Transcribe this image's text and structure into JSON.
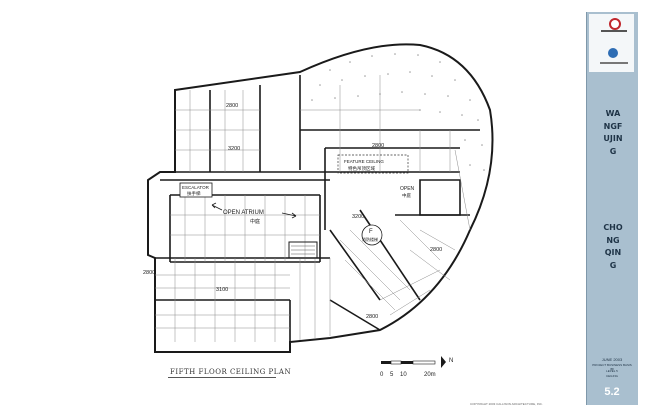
{
  "drawing": {
    "caption": "FIFTH FLOOR CEILING PLAN",
    "height_labels": [
      "2800",
      "3200",
      "2800",
      "3200",
      "2800",
      "2800",
      "2800",
      "3100"
    ],
    "annotations": {
      "escalator": "ESCALATOR",
      "escalator_cn": "扶手梯",
      "open_atrium": "OPEN ATRIUM",
      "open_atrium_cn": "中庭",
      "open": "OPEN",
      "open_cn": "中庭",
      "feature_ceiling": "FEATURE CEILING",
      "feature_ceiling_cn": "特色吊顶区域",
      "f_stair": "F",
      "f_stair_cn": "消防楼梯"
    },
    "scale": {
      "ticks": [
        "0",
        "5",
        "10",
        "20m"
      ],
      "north": "N"
    }
  },
  "title_block": {
    "project_line1": "WANGFUJING",
    "project_line2": "CHONGQING",
    "date": "JUNE 2003",
    "subtitle": "PROJECT BUSINESS BASIS (B)",
    "level": "LEVEL 5",
    "sheet_type": "CEILING",
    "sheet_number": "5.2",
    "footer": "COPYRIGHT 2003 CALLISON ARCHITECTURE, INC."
  },
  "colors": {
    "title_block": "#a9bfcf",
    "ink": "#1a1a1a",
    "logo_red": "#c0272d",
    "logo_blue": "#2e6db4"
  }
}
